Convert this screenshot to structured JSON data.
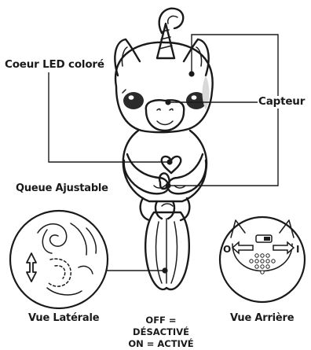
{
  "labels": {
    "coeur_led": "Coeur LED coloré",
    "capteur": "Capteur",
    "queue": "Queue Ajustable",
    "vue_laterale": "Vue Latérale",
    "vue_arriere": "Vue Arrière",
    "off": "OFF = DÉSACTIVÉ",
    "on": "ON = ACTIVÉ",
    "switch_off_mark": "O",
    "switch_on_mark": "I"
  },
  "icons": {
    "tail_adjust": "double-arrow-icon",
    "switch_arrows": "left-right-arrow-icon",
    "switch": "power-switch-icon"
  },
  "colors": {
    "line": "#1a1a1a",
    "eye": "#2a2a2a",
    "shade": "#d9d9d9"
  }
}
